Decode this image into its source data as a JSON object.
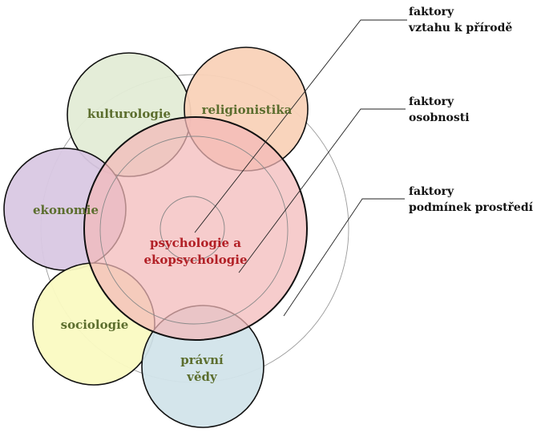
{
  "diagram": {
    "center": {
      "line1": "psychologie a",
      "line2": "ekopsychologie",
      "fill": "#f2b8b9",
      "text_color": "#b22026"
    },
    "disciplines": {
      "kulturologie": {
        "label": "kulturologie",
        "fill": "#e3ecd6"
      },
      "religionistika": {
        "label": "religionistika",
        "fill": "#f9d2b8"
      },
      "ekonomie": {
        "label": "ekonomie",
        "fill": "#d9c8e3"
      },
      "sociologie": {
        "label": "sociologie",
        "fill": "#fafac2"
      },
      "pravni_vedy": {
        "line1": "právní",
        "line2": "vědy",
        "fill": "#d2e4ea"
      },
      "text_color": "#5c6e2e"
    },
    "factors": {
      "nature": {
        "line1": "faktory",
        "line2": "vztahu k přírodě"
      },
      "personality": {
        "line1": "faktory",
        "line2": "osobnosti"
      },
      "environment": {
        "line1": "faktory",
        "line2": "podmínek prostředí"
      }
    }
  }
}
